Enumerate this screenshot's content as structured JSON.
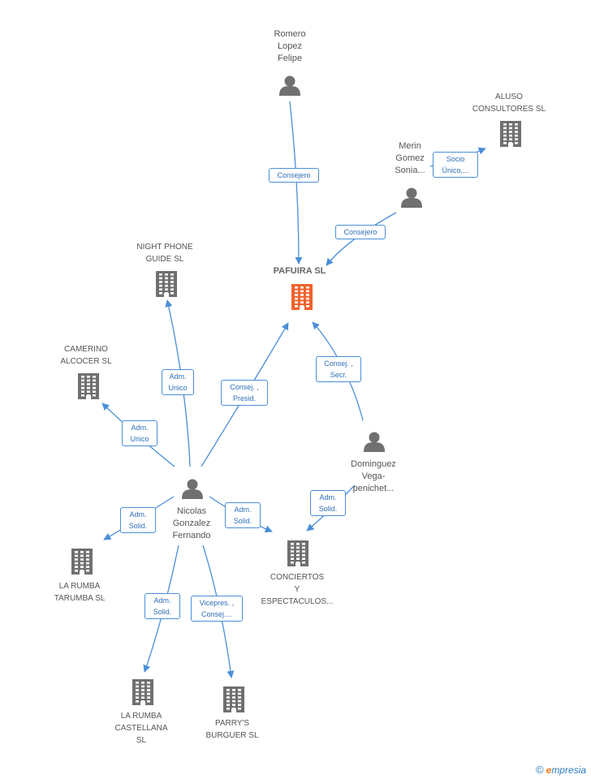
{
  "nodes": {
    "romero": {
      "label": "Romero\nLopez\nFelipe",
      "type": "person"
    },
    "merin": {
      "label": "Merin\nGomez\nSonia...",
      "type": "person"
    },
    "aluso": {
      "label": "ALUSO\nCONSULTORES SL",
      "type": "company"
    },
    "pafuira": {
      "label": "PAFUIRA SL",
      "type": "company-main"
    },
    "night": {
      "label": "NIGHT PHONE\nGUIDE SL",
      "type": "company"
    },
    "camerino": {
      "label": "CAMERINO\nALCOCER SL",
      "type": "company"
    },
    "nicolas": {
      "label": "Nicolas\nGonzalez\nFernando",
      "type": "person"
    },
    "dominguez": {
      "label": "Dominguez\nVega-\npenichet...",
      "type": "person"
    },
    "rumba_tarumba": {
      "label": "LA RUMBA\nTARUMBA SL",
      "type": "company"
    },
    "conciertos": {
      "label": "CONCIERTOS\nY\nESPECTACULOS...",
      "type": "company"
    },
    "rumba_castellana": {
      "label": "LA RUMBA\nCASTELLANA\nSL",
      "type": "company"
    },
    "parrys": {
      "label": "PARRY'S\nBURGUER SL",
      "type": "company"
    }
  },
  "edges": [
    {
      "id": "e1",
      "label": "Consejero"
    },
    {
      "id": "e2",
      "label": "Socio\nÚnico,..."
    },
    {
      "id": "e3",
      "label": "Consejero"
    },
    {
      "id": "e4",
      "label": "Adm.\nUnico"
    },
    {
      "id": "e5",
      "label": "Consej. ,\nPresid."
    },
    {
      "id": "e6",
      "label": "Adm.\nUnico"
    },
    {
      "id": "e7",
      "label": "Consej. ,\nSecr."
    },
    {
      "id": "e8",
      "label": "Adm.\nSolid."
    },
    {
      "id": "e9",
      "label": "Adm.\nSolid."
    },
    {
      "id": "e10",
      "label": "Adm.\nSolid."
    },
    {
      "id": "e11",
      "label": "Adm.\nSolid."
    },
    {
      "id": "e12",
      "label": "Vicepres. ,\nConsej...."
    }
  ],
  "colors": {
    "edge": "#4a8fd8",
    "icon": "#707070",
    "main": "#f0622d"
  },
  "footer": {
    "copyright": "©",
    "brand_first": "e",
    "brand_rest": "mpresia"
  }
}
